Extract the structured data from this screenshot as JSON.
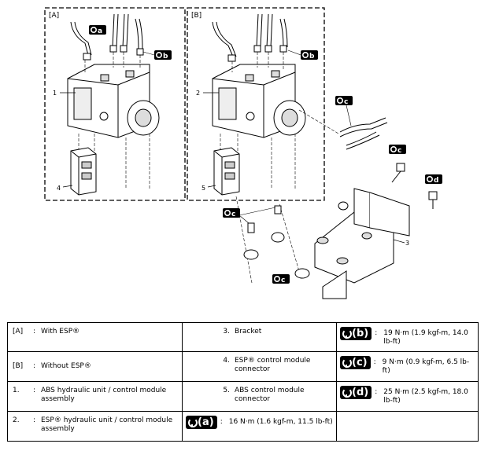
{
  "diagram": {
    "box_a_label": "[A]",
    "box_b_label": "[B]",
    "callouts": [
      "1",
      "2",
      "3",
      "4",
      "5"
    ],
    "badge_letters": [
      "a",
      "b",
      "c",
      "d"
    ]
  },
  "legend": {
    "rows": [
      {
        "left_key": "[A]",
        "left_text": "With ESP®",
        "mid_key": "3.",
        "mid_text": "Bracket",
        "torque_badge": "b",
        "torque_value": "19 N·m (1.9 kgf-m, 14.0 lb-ft)"
      },
      {
        "left_key": "[B]",
        "left_text": "Without ESP®",
        "mid_key": "4.",
        "mid_text": "ESP® control module connector",
        "torque_badge": "c",
        "torque_value": "9 N·m (0.9 kgf-m, 6.5 lb-ft)"
      },
      {
        "left_key": "1.",
        "left_text": "ABS hydraulic unit / control module assembly",
        "mid_key": "5.",
        "mid_text": "ABS control module connector",
        "torque_badge": "d",
        "torque_value": "25 N·m (2.5 kgf-m, 18.0 lb-ft)"
      },
      {
        "left_key": "2.",
        "left_text": "ESP® hydraulic unit / control module assembly",
        "mid_badge": "a",
        "mid_value": "16 N·m (1.6 kgf-m, 11.5 lb-ft)"
      }
    ],
    "colon": ":"
  }
}
